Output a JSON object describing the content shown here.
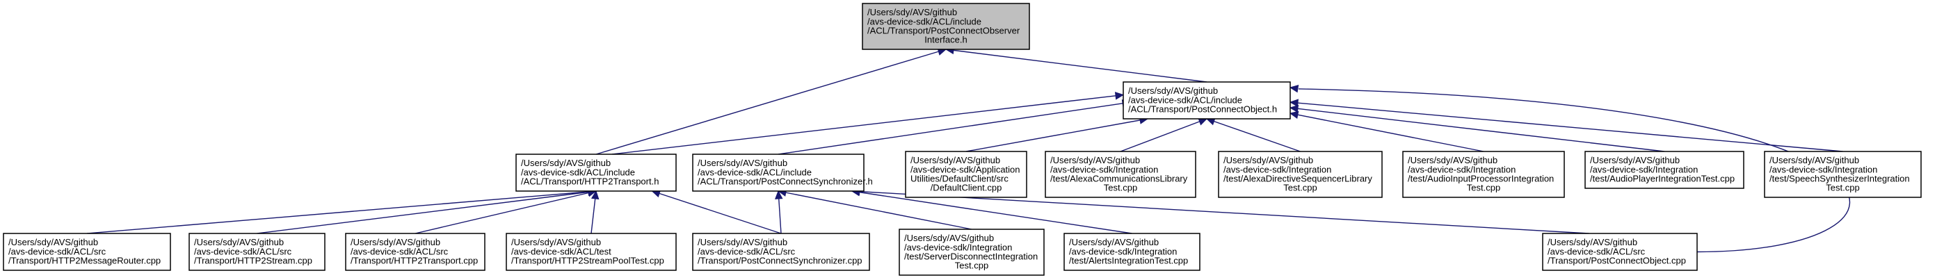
{
  "diagram": {
    "type": "include-dependency-graph",
    "nodes": [
      {
        "id": "postconnect_observer",
        "lines": [
          "/Users/sdy/AVS/github",
          "/avs-device-sdk/ACL/include",
          "/ACL/Transport/PostConnectObserver",
          "Interface.h"
        ],
        "highlight": true
      },
      {
        "id": "postconnect_object_h",
        "lines": [
          "/Users/sdy/AVS/github",
          "/avs-device-sdk/ACL/include",
          "/ACL/Transport/PostConnectObject.h"
        ]
      },
      {
        "id": "http2transport_h",
        "lines": [
          "/Users/sdy/AVS/github",
          "/avs-device-sdk/ACL/include",
          "/ACL/Transport/HTTP2Transport.h"
        ]
      },
      {
        "id": "postconnect_sync_h",
        "lines": [
          "/Users/sdy/AVS/github",
          "/avs-device-sdk/ACL/include",
          "/ACL/Transport/PostConnectSynchronizer.h"
        ]
      },
      {
        "id": "default_client",
        "lines": [
          "/Users/sdy/AVS/github",
          "/avs-device-sdk/Application",
          "Utilities/DefaultClient/src",
          "/DefaultClient.cpp"
        ]
      },
      {
        "id": "alexa_comm_test",
        "lines": [
          "/Users/sdy/AVS/github",
          "/avs-device-sdk/Integration",
          "/test/AlexaCommunicationsLibrary",
          "Test.cpp"
        ]
      },
      {
        "id": "alexa_directive_test",
        "lines": [
          "/Users/sdy/AVS/github",
          "/avs-device-sdk/Integration",
          "/test/AlexaDirectiveSequencerLibrary",
          "Test.cpp"
        ]
      },
      {
        "id": "audio_input_test",
        "lines": [
          "/Users/sdy/AVS/github",
          "/avs-device-sdk/Integration",
          "/test/AudioInputProcessorIntegration",
          "Test.cpp"
        ]
      },
      {
        "id": "audio_player_test",
        "lines": [
          "/Users/sdy/AVS/github",
          "/avs-device-sdk/Integration",
          "/test/AudioPlayerIntegrationTest.cpp"
        ]
      },
      {
        "id": "speech_synth_test",
        "lines": [
          "/Users/sdy/AVS/github",
          "/avs-device-sdk/Integration",
          "/test/SpeechSynthesizerIntegration",
          "Test.cpp"
        ]
      },
      {
        "id": "http2_message_router",
        "lines": [
          "/Users/sdy/AVS/github",
          "/avs-device-sdk/ACL/src",
          "/Transport/HTTP2MessageRouter.cpp"
        ]
      },
      {
        "id": "http2_stream",
        "lines": [
          "/Users/sdy/AVS/github",
          "/avs-device-sdk/ACL/src",
          "/Transport/HTTP2Stream.cpp"
        ]
      },
      {
        "id": "http2_transport_cpp",
        "lines": [
          "/Users/sdy/AVS/github",
          "/avs-device-sdk/ACL/src",
          "/Transport/HTTP2Transport.cpp"
        ]
      },
      {
        "id": "http2_stream_pool_test",
        "lines": [
          "/Users/sdy/AVS/github",
          "/avs-device-sdk/ACL/test",
          "/Transport/HTTP2StreamPoolTest.cpp"
        ]
      },
      {
        "id": "postconnect_sync_cpp",
        "lines": [
          "/Users/sdy/AVS/github",
          "/avs-device-sdk/ACL/src",
          "/Transport/PostConnectSynchronizer.cpp"
        ]
      },
      {
        "id": "server_disconnect_test",
        "lines": [
          "/Users/sdy/AVS/github",
          "/avs-device-sdk/Integration",
          "/test/ServerDisconnectIntegration",
          "Test.cpp"
        ]
      },
      {
        "id": "alerts_test",
        "lines": [
          "/Users/sdy/AVS/github",
          "/avs-device-sdk/Integration",
          "/test/AlertsIntegrationTest.cpp"
        ]
      },
      {
        "id": "postconnect_object_cpp",
        "lines": [
          "/Users/sdy/AVS/github",
          "/avs-device-sdk/ACL/src",
          "/Transport/PostConnectObject.cpp"
        ]
      }
    ],
    "edges": [
      {
        "from": "postconnect_object_h",
        "to": "postconnect_observer"
      },
      {
        "from": "http2transport_h",
        "to": "postconnect_observer"
      },
      {
        "from": "http2transport_h",
        "to": "postconnect_object_h"
      },
      {
        "from": "postconnect_sync_h",
        "to": "postconnect_object_h"
      },
      {
        "from": "default_client",
        "to": "postconnect_object_h"
      },
      {
        "from": "alexa_comm_test",
        "to": "postconnect_object_h"
      },
      {
        "from": "alexa_directive_test",
        "to": "postconnect_object_h"
      },
      {
        "from": "audio_input_test",
        "to": "postconnect_object_h"
      },
      {
        "from": "audio_player_test",
        "to": "postconnect_object_h"
      },
      {
        "from": "speech_synth_test",
        "to": "postconnect_object_h"
      },
      {
        "from": "postconnect_object_cpp",
        "to": "postconnect_object_h"
      },
      {
        "from": "http2_message_router",
        "to": "http2transport_h"
      },
      {
        "from": "http2_stream",
        "to": "http2transport_h"
      },
      {
        "from": "http2_transport_cpp",
        "to": "http2transport_h"
      },
      {
        "from": "http2_stream_pool_test",
        "to": "http2transport_h"
      },
      {
        "from": "postconnect_sync_cpp",
        "to": "http2transport_h"
      },
      {
        "from": "postconnect_sync_cpp",
        "to": "postconnect_sync_h"
      },
      {
        "from": "server_disconnect_test",
        "to": "postconnect_sync_h"
      },
      {
        "from": "alerts_test",
        "to": "postconnect_sync_h"
      },
      {
        "from": "postconnect_object_cpp",
        "to": "postconnect_sync_h"
      }
    ]
  },
  "colors": {
    "edge": "#191970",
    "highlight_fill": "#bfbfbf",
    "node_fill": "#ffffff",
    "node_stroke": "#000000"
  }
}
